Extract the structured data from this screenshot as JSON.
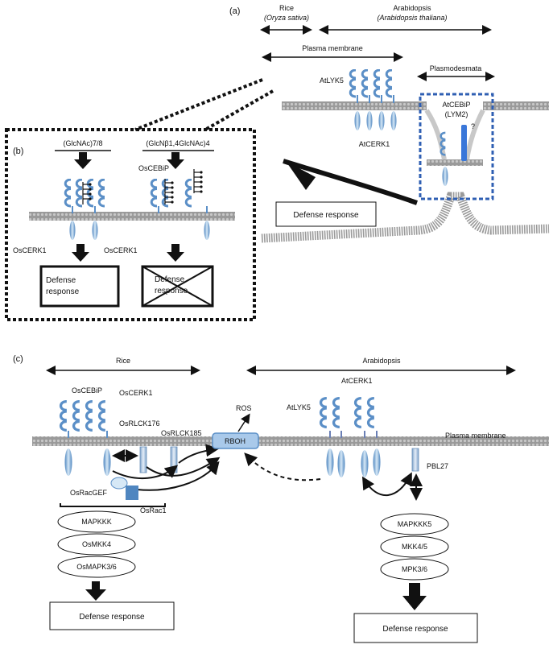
{
  "panel_a": {
    "label": "(a)",
    "rice_line1": "Rice",
    "rice_line2": "(Oryza sativa)",
    "arab_line1": "Arabidopsis",
    "arab_line2": "(Arabidopsis thaliana)",
    "plasma_membrane": "Plasma membrane",
    "plasmodesmata": "Plasmodesmata",
    "atlyk5": "AtLYK5",
    "atcerk1": "AtCERK1",
    "atcebip_line1": "AtCEBiP",
    "atcebip_line2": "(LYM2)",
    "question": "?",
    "defense": "Defense response"
  },
  "panel_b": {
    "label": "(b)",
    "ligand1": "(GlcNAc)7/8",
    "ligand2": "(GlcNβ1,4GlcNAc)4",
    "oscebip": "OsCEBiP",
    "oscerk1_left": "OsCERK1",
    "oscerk1_right": "OsCERK1",
    "defense_line1": "Defense",
    "defense_line2": "response"
  },
  "panel_c": {
    "label": "(c)",
    "rice": "Rice",
    "arabidopsis": "Arabidopsis",
    "oscebip": "OsCEBiP",
    "oscerk1": "OsCERK1",
    "osrlck176": "OsRLCK176",
    "osrlck185": "OsRLCK185",
    "ros": "ROS",
    "rboh": "RBOH",
    "plasma_membrane": "Plasma membrane",
    "atcerk1": "AtCERK1",
    "atlyk5": "AtLYK5",
    "pbl27": "PBL27",
    "osracgef": "OsRacGEF",
    "osrac1": "OsRac1",
    "rice_cascade": [
      "MAPKKK",
      "OsMKK4",
      "OsMAPK3/6"
    ],
    "arab_cascade": [
      "MAPKKK5",
      "MKK4/5",
      "MPK3/6"
    ],
    "defense_left": "Defense response",
    "defense_right": "Defense response"
  },
  "colors": {
    "membrane": "#8c8c8c",
    "receptor_light": "#bcd9ef",
    "receptor_dark": "#7fa8d0",
    "dashed_box": "#2f5fb3",
    "ligand": "#111111"
  }
}
